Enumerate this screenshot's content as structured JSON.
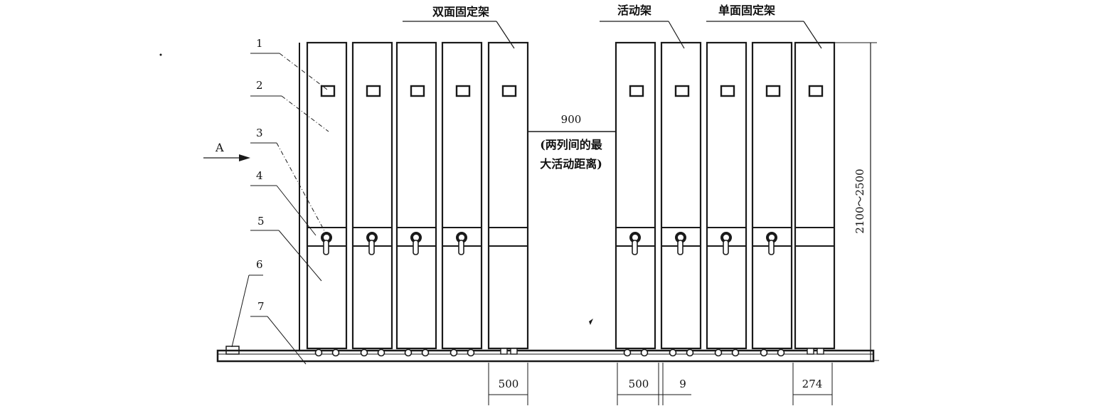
{
  "labels": {
    "double_fixed": "双面固定架",
    "mobile": "活动架",
    "single_fixed": "单面固定架",
    "gap_value": "900",
    "gap_note_line1": "(两列间的最",
    "gap_note_line2": "大活动距离)",
    "arrow_a": "A",
    "height_range": "2100～2500"
  },
  "part_numbers": [
    "1",
    "2",
    "3",
    "4",
    "5",
    "6",
    "7"
  ],
  "dimensions": {
    "left_fixed_width": "500",
    "mobile_width": "500",
    "mobile_gap": "9",
    "right_fixed_width": "274"
  },
  "groups": {
    "left_racks": 5,
    "right_racks": 5
  },
  "colors": {
    "ink": "#1a1a1a",
    "paper": "#ffffff"
  }
}
